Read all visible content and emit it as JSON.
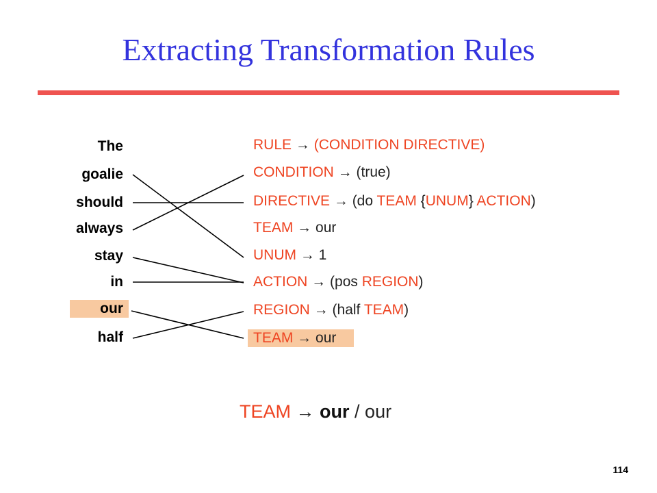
{
  "slide": {
    "title": "Extracting Transformation Rules",
    "page_number": "114",
    "accent_color": "#ef5350",
    "title_color": "#3333dd",
    "highlight_color": "#f8c9a0"
  },
  "words": [
    "The",
    "goalie",
    "should",
    "always",
    "stay",
    "in",
    "our",
    "half"
  ],
  "rules": [
    [
      {
        "t": "RULE",
        "c": "r"
      },
      {
        "t": " → ",
        "c": "k"
      },
      {
        "t": "(CONDITION DIRECTIVE)",
        "c": "r"
      }
    ],
    [
      {
        "t": "CONDITION",
        "c": "r"
      },
      {
        "t": " → ",
        "c": "k"
      },
      {
        "t": "(true)",
        "c": "k"
      }
    ],
    [
      {
        "t": "DIRECTIVE",
        "c": "r"
      },
      {
        "t": " → ",
        "c": "k"
      },
      {
        "t": "(do ",
        "c": "k"
      },
      {
        "t": "TEAM",
        "c": "r"
      },
      {
        "t": " {",
        "c": "k"
      },
      {
        "t": "UNUM",
        "c": "r"
      },
      {
        "t": "} ",
        "c": "k"
      },
      {
        "t": "ACTION",
        "c": "r"
      },
      {
        "t": ")",
        "c": "k"
      }
    ],
    [
      {
        "t": "TEAM",
        "c": "r"
      },
      {
        "t": " → ",
        "c": "k"
      },
      {
        "t": "our",
        "c": "k"
      }
    ],
    [
      {
        "t": "UNUM",
        "c": "r"
      },
      {
        "t": " → ",
        "c": "k"
      },
      {
        "t": "1",
        "c": "k"
      }
    ],
    [
      {
        "t": "ACTION",
        "c": "r"
      },
      {
        "t": " → ",
        "c": "k"
      },
      {
        "t": "(pos ",
        "c": "k"
      },
      {
        "t": "REGION",
        "c": "r"
      },
      {
        "t": ")",
        "c": "k"
      }
    ],
    [
      {
        "t": "REGION",
        "c": "r"
      },
      {
        "t": " → ",
        "c": "k"
      },
      {
        "t": "(half ",
        "c": "k"
      },
      {
        "t": "TEAM",
        "c": "r"
      },
      {
        "t": ")",
        "c": "k"
      }
    ],
    [
      {
        "t": "TEAM",
        "c": "r"
      },
      {
        "t": " → ",
        "c": "k"
      },
      {
        "t": "our",
        "c": "k"
      }
    ]
  ],
  "result": {
    "lhs": "TEAM",
    "arrow": "→",
    "rhs_bold": "our",
    "rhs_rest": " / our"
  }
}
